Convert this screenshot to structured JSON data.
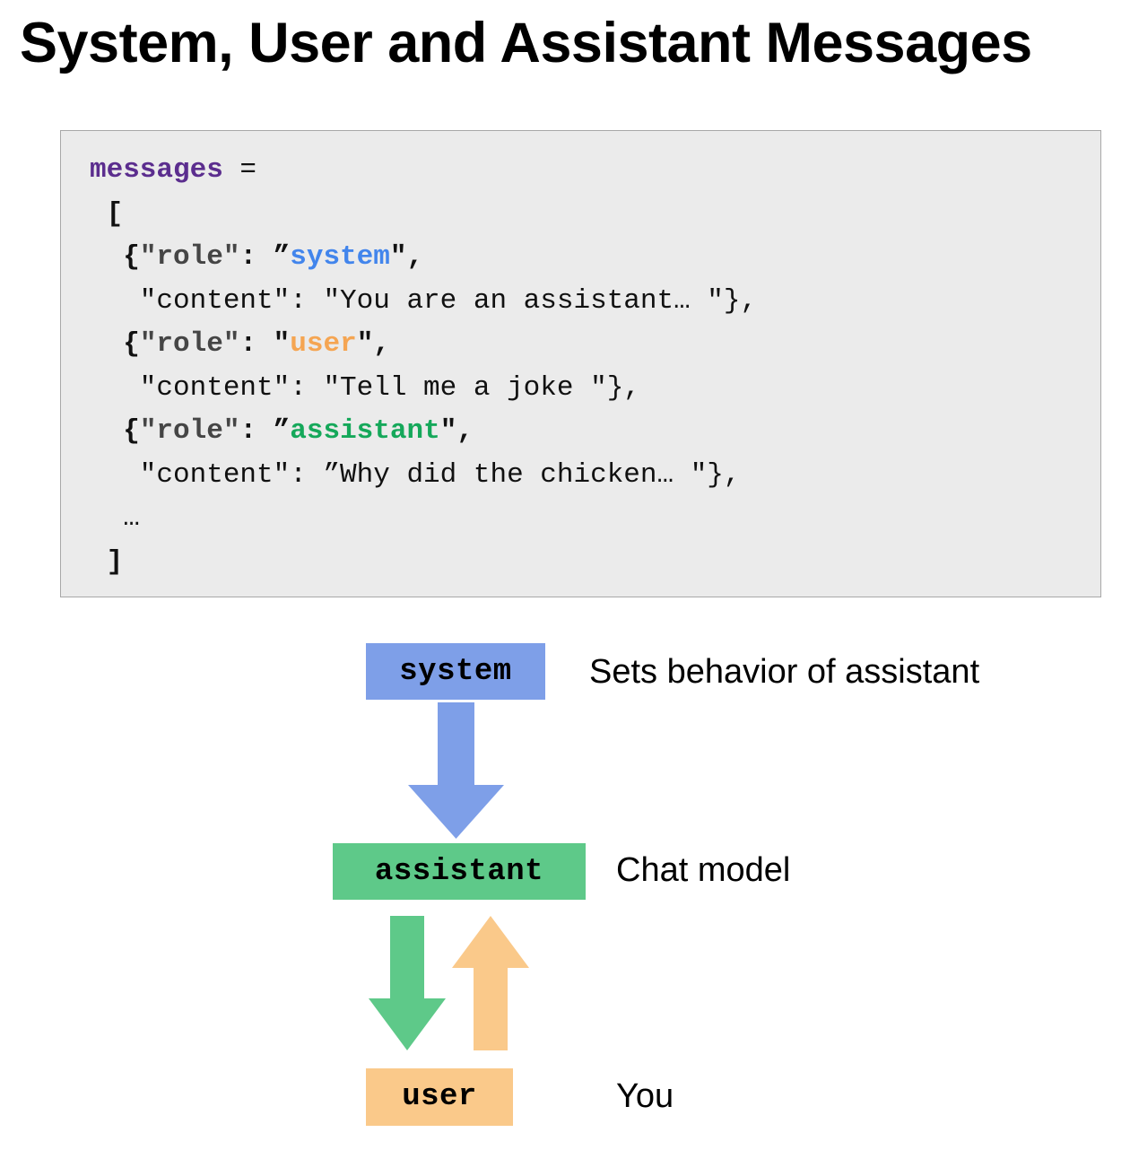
{
  "slide": {
    "title": "System, User and Assistant Messages",
    "background_color": "#ffffff"
  },
  "code_block": {
    "background_color": "#ebebeb",
    "border_color": "#a8a8a8",
    "language": "python",
    "lines": [
      {
        "id": "line-assign",
        "tokens": [
          {
            "t": "messages",
            "c": "var"
          },
          {
            "t": " = ",
            "c": "op"
          }
        ]
      },
      {
        "id": "line-open-bracket",
        "tokens": [
          {
            "t": " [",
            "c": "punct"
          }
        ]
      },
      {
        "id": "line-system-role",
        "tokens": [
          {
            "t": "  {",
            "c": "punct"
          },
          {
            "t": "\"role\"",
            "c": "key"
          },
          {
            "t": ": ",
            "c": "punct"
          },
          {
            "t": "”",
            "c": "punct"
          },
          {
            "t": "system",
            "c": "system"
          },
          {
            "t": "\",",
            "c": "punct"
          }
        ]
      },
      {
        "id": "line-system-content",
        "tokens": [
          {
            "t": "   \"content\": \"You are an assistant… \"},",
            "c": "plain"
          }
        ]
      },
      {
        "id": "line-user-role",
        "tokens": [
          {
            "t": "  {",
            "c": "punct"
          },
          {
            "t": "\"role\"",
            "c": "key"
          },
          {
            "t": ": ",
            "c": "punct"
          },
          {
            "t": "\"",
            "c": "punct"
          },
          {
            "t": "user",
            "c": "user"
          },
          {
            "t": "\",",
            "c": "punct"
          }
        ]
      },
      {
        "id": "line-user-content",
        "tokens": [
          {
            "t": "   \"content\": \"Tell me a joke \"},",
            "c": "plain"
          }
        ]
      },
      {
        "id": "line-assistant-role",
        "tokens": [
          {
            "t": "  {",
            "c": "punct"
          },
          {
            "t": "\"role\"",
            "c": "key"
          },
          {
            "t": ": ",
            "c": "punct"
          },
          {
            "t": "”",
            "c": "punct"
          },
          {
            "t": "assistant",
            "c": "assistant"
          },
          {
            "t": "\",",
            "c": "punct"
          }
        ]
      },
      {
        "id": "line-assistant-content",
        "tokens": [
          {
            "t": "   \"content\": ”Why did the chicken… \"},",
            "c": "plain"
          }
        ]
      },
      {
        "id": "line-ellipsis",
        "tokens": [
          {
            "t": "  …",
            "c": "plain"
          }
        ]
      },
      {
        "id": "line-close-bracket",
        "tokens": [
          {
            "t": " ]",
            "c": "punct"
          }
        ]
      }
    ],
    "token_colors": {
      "var": "#5b2d8e",
      "key": "#454545",
      "system": "#4285ec",
      "user": "#f5a552",
      "assistant": "#15a85a",
      "plain": "#111111",
      "punct": "#111111"
    }
  },
  "diagram": {
    "nodes": [
      {
        "id": "system",
        "label": "system",
        "description": "Sets behavior of assistant",
        "color": "#7e9fe8"
      },
      {
        "id": "assistant",
        "label": "assistant",
        "description": "Chat model",
        "color": "#5ec989"
      },
      {
        "id": "user",
        "label": "user",
        "description": "You",
        "color": "#fac98a"
      }
    ],
    "arrows": [
      {
        "id": "system-to-assistant",
        "from": "system",
        "to": "assistant",
        "direction": "down",
        "color": "#7e9fe8"
      },
      {
        "id": "assistant-to-user",
        "from": "assistant",
        "to": "user",
        "direction": "down",
        "color": "#5ec989"
      },
      {
        "id": "user-to-assistant",
        "from": "user",
        "to": "assistant",
        "direction": "up",
        "color": "#fac98a"
      }
    ]
  }
}
